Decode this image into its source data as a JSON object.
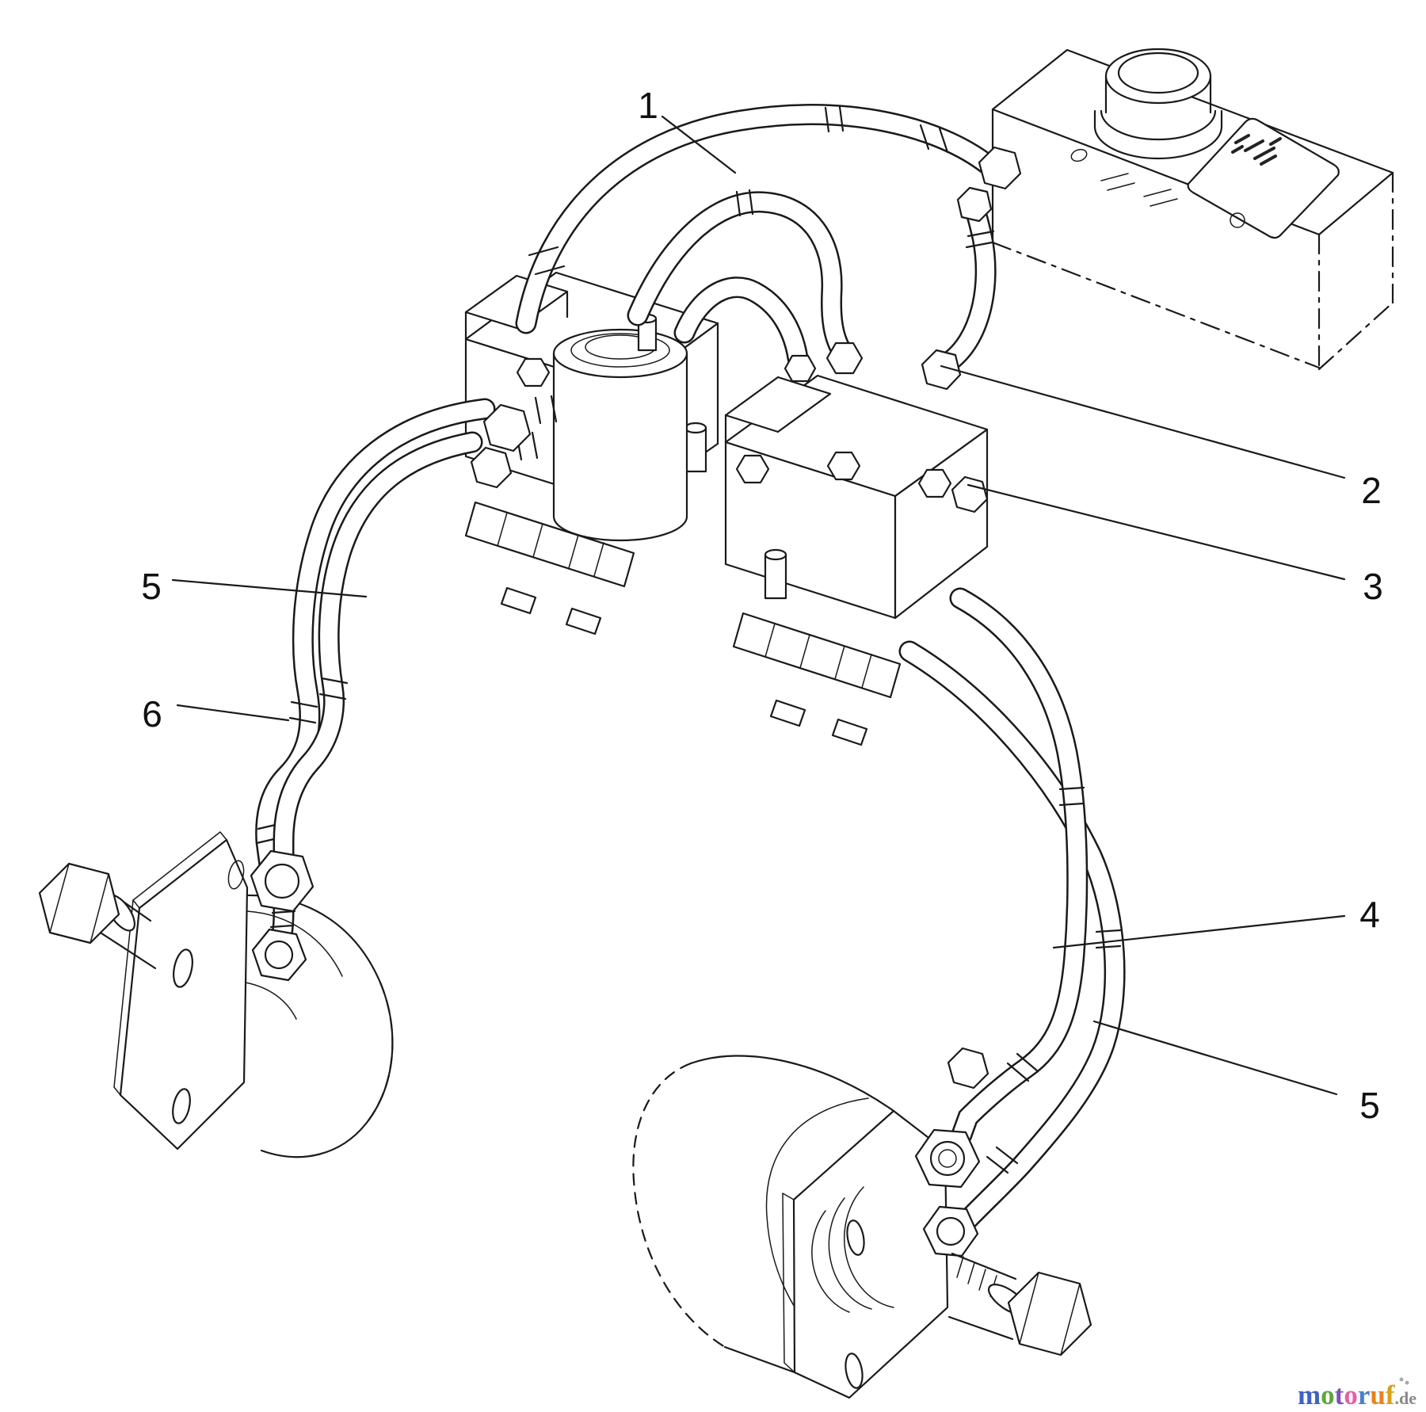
{
  "page": {
    "background": "#ffffff",
    "type": "hydraulic-parts-diagram",
    "line_color": "#1a1a1a"
  },
  "callouts": [
    {
      "label": "1"
    },
    {
      "label": "2"
    },
    {
      "label": "3"
    },
    {
      "label": "4"
    },
    {
      "label": "5"
    },
    {
      "label": "5"
    },
    {
      "label": "6"
    }
  ],
  "watermark": {
    "text": "motoruf.de",
    "word": [
      {
        "char": "m",
        "color": "#3e63c4"
      },
      {
        "char": "o",
        "color": "#5aa83c"
      },
      {
        "char": "t",
        "color": "#7a52b8"
      },
      {
        "char": "o",
        "color": "#e75fa8"
      },
      {
        "char": "r",
        "color": "#4a7fc9"
      },
      {
        "char": "u",
        "color": "#e8821e"
      },
      {
        "char": "f",
        "color": "#d8a018"
      }
    ],
    "suffix": {
      "text": ".de",
      "color": "#8a8a8a"
    }
  }
}
